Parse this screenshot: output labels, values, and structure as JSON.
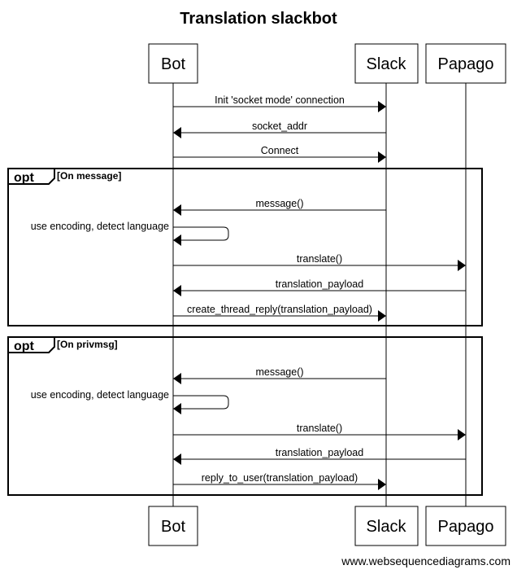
{
  "title": "Translation slackbot",
  "actors": [
    "Bot",
    "Slack",
    "Papago"
  ],
  "messages": [
    {
      "label": "Init 'socket mode' connection",
      "from": "Bot",
      "to": "Slack"
    },
    {
      "label": "socket_addr",
      "from": "Slack",
      "to": "Bot"
    },
    {
      "label": "Connect",
      "from": "Bot",
      "to": "Slack"
    },
    {
      "label": "message()",
      "from": "Slack",
      "to": "Bot"
    },
    {
      "label": "use encoding, detect language",
      "from": "Bot",
      "to": "Bot"
    },
    {
      "label": "translate()",
      "from": "Bot",
      "to": "Papago"
    },
    {
      "label": "translation_payload",
      "from": "Papago",
      "to": "Bot"
    },
    {
      "label": "create_thread_reply(translation_payload)",
      "from": "Bot",
      "to": "Slack"
    },
    {
      "label": "message()",
      "from": "Slack",
      "to": "Bot"
    },
    {
      "label": "use encoding, detect language",
      "from": "Bot",
      "to": "Bot"
    },
    {
      "label": "translate()",
      "from": "Bot",
      "to": "Papago"
    },
    {
      "label": "translation_payload",
      "from": "Papago",
      "to": "Bot"
    },
    {
      "label": "reply_to_user(translation_payload)",
      "from": "Bot",
      "to": "Slack"
    }
  ],
  "fragments": [
    {
      "keyword": "opt",
      "condition": "[On message]"
    },
    {
      "keyword": "opt",
      "condition": "[On privmsg]"
    }
  ],
  "footer": "www.websequencediagrams.com"
}
